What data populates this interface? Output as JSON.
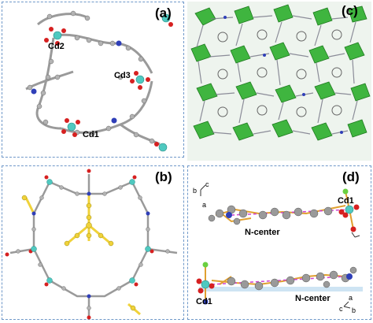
{
  "panels": {
    "a": {
      "label": "(a)",
      "atoms": [
        "Cd2",
        "Cd3",
        "Cd1"
      ]
    },
    "b": {
      "label": "(b)"
    },
    "c": {
      "label": "(c)"
    },
    "d": {
      "label": "(d)",
      "top": {
        "atom": "Cd1",
        "center": "N-center",
        "axes": [
          "b",
          "c",
          "a"
        ]
      },
      "bottom": {
        "atom": "Cd1",
        "center": "N-center",
        "axes": [
          "a",
          "c",
          "b"
        ]
      }
    }
  },
  "colors": {
    "panel_border": "#6f98c9",
    "carbon": "#a8a8a8",
    "oxygen": "#d62020",
    "nitrogen": "#2f3fb8",
    "cadmium": "#4fc9c0",
    "highlight_ligand": "#f0d23a",
    "polyhedra": "#35b535",
    "bond_link": "#d040d0",
    "orange_ligand": "#e0a030",
    "green_atom": "#6ad040"
  }
}
